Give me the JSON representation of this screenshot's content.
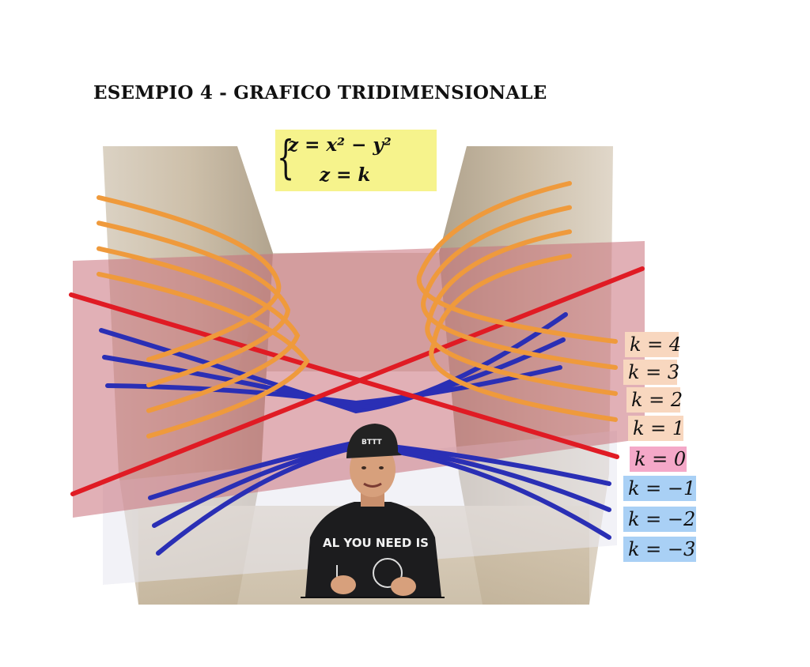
{
  "title": "ESEMPIO 4 - GRAFICO TRIDIMENSIONALE",
  "formula": {
    "line1": "z = x² − y²",
    "line2": "z = k"
  },
  "shirt_text": "AL YOU NEED IS",
  "cap_text": "BTTT",
  "colors": {
    "orange": "#ef9a3c",
    "red": "#e01b24",
    "blue": "#2a2fb5",
    "plane": "#c9707a",
    "formula_bg": "#f6f38c",
    "label_positive": "#f8d7bf",
    "label_zero": "#f4a8c8",
    "label_negative": "#a9d0f5"
  },
  "levels": [
    {
      "text": "k = 4",
      "k": 4,
      "kind": "positive"
    },
    {
      "text": "k = 3",
      "k": 3,
      "kind": "positive"
    },
    {
      "text": "k = 2",
      "k": 2,
      "kind": "positive"
    },
    {
      "text": "k = 1",
      "k": 1,
      "kind": "positive"
    },
    {
      "text": "k = 0",
      "k": 0,
      "kind": "zero"
    },
    {
      "text": "k = −1",
      "k": -1,
      "kind": "negative"
    },
    {
      "text": "k = −2",
      "k": -2,
      "kind": "negative"
    },
    {
      "text": "k = −3",
      "k": -3,
      "kind": "negative"
    }
  ]
}
